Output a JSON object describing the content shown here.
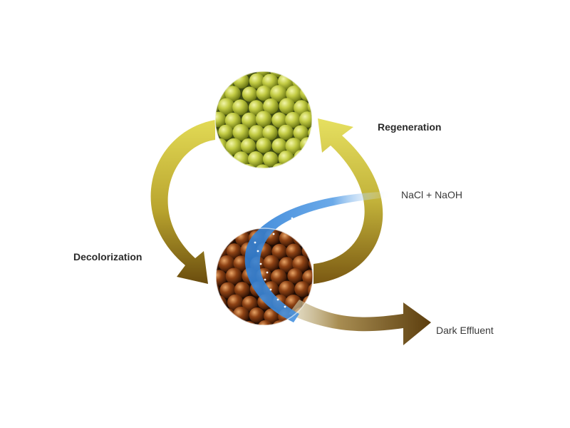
{
  "labels": {
    "regeneration": "Regeneration",
    "reagent": "NaCl + NaOH",
    "decolorization": "Decolorization",
    "effluent": "Dark Effluent"
  },
  "beads": {
    "fresh": {
      "description_color": "yellow-green",
      "base": "#b9c43a",
      "highlight": "#eef29a",
      "shadow": "#6e7a14",
      "background": "#3d4a12"
    },
    "spent": {
      "description_color": "brown",
      "base": "#8a3f12",
      "highlight": "#e09a5a",
      "shadow": "#3a1604",
      "background": "#1e0c04"
    }
  },
  "colors": {
    "cycle_arrow_light": "#d9d24a",
    "cycle_arrow_dark": "#6e5210",
    "reagent_stream": "#4a90d9",
    "effluent_arrow": "#6b4a14",
    "label_text": "#2a2a2a"
  },
  "icons": {
    "regeneration_arrow": "curved-arrow-up-icon",
    "decolorization_arrow": "curved-arrow-down-icon",
    "reagent_stream": "flow-stream-icon",
    "effluent_arrow": "arrow-right-icon"
  }
}
